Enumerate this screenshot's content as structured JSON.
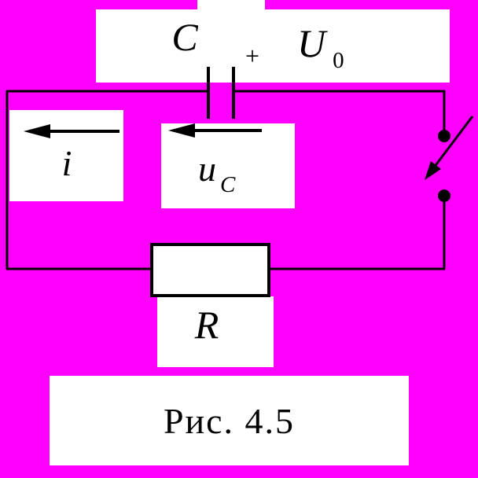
{
  "figure": {
    "caption": "Рис. 4.5"
  },
  "labels": {
    "capacitor": "C",
    "polarity_plus": "+",
    "source_voltage": "U",
    "source_voltage_sub": "0",
    "current": "i",
    "capacitor_voltage": "u",
    "capacitor_voltage_sub": "C",
    "resistor": "R"
  },
  "colors": {
    "background": "#ff00ff",
    "wire": "#000000",
    "label_box": "#ffffff"
  }
}
